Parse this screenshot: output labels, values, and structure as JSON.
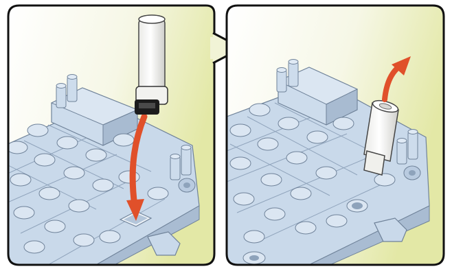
{
  "scene": {
    "panels": [
      {
        "name": "step-1-panel",
        "action": "insert",
        "has_callout_pointer": true
      },
      {
        "name": "step-2-panel",
        "action": "remove"
      }
    ],
    "colors": {
      "brick": "#c7d7e8",
      "brick_top": "#d6e3f1",
      "brick_shadow": "#9fb2c8",
      "outline": "#6f8299",
      "panel_border": "#111111",
      "bg_light": "#ffffff",
      "bg_tint": "#e8ecb0",
      "arrow": "#e0502a",
      "pin": "#f6f6f4",
      "pin_band": "#1c1c1c"
    },
    "icons": [
      "white-pin-icon",
      "insert-arrow-icon",
      "remove-arrow-icon"
    ]
  }
}
